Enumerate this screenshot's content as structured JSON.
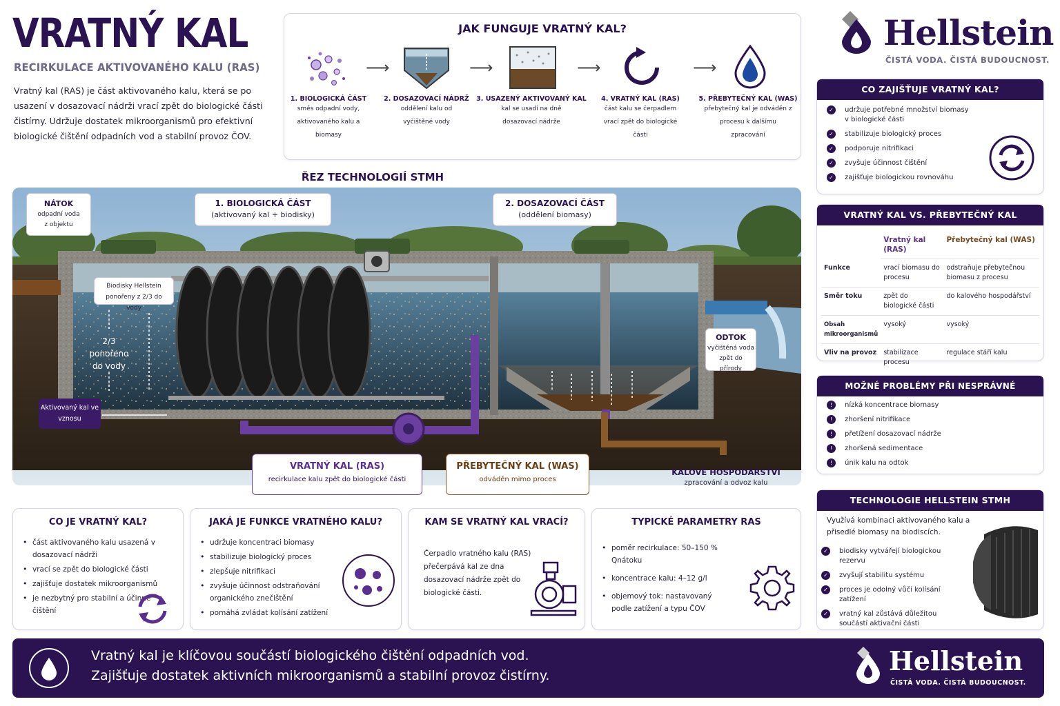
{
  "title": "VRATNÝ KAL",
  "subtitle": "RECIRKULACE AKTIVOVANÉHO KALU (RAS)",
  "intro": "Vratný kal (RAS) je část aktivovaného kalu, která se po usazení v dosazovací nádrži vrací zpět do biologické části čistírny. Udržuje dostatek mikroorganismů pro efektivní biologické čištění odpadních vod a stabilní provoz ČOV.",
  "how": {
    "title": "JAK FUNGUJE VRATNÝ KAL?",
    "steps": [
      {
        "title": "1. BIOLOGICKÁ ČÁST",
        "desc": "směs odpadní vody, aktivovaného kalu a biomasy",
        "icon": "microbes-icon"
      },
      {
        "title": "2. DOSAZOVACÍ NÁDRŽ",
        "desc": "oddělení kalu od vyčištěné vody",
        "icon": "settling-tank-icon"
      },
      {
        "title": "3. USAZENÝ AKTIVOVANÝ KAL",
        "desc": "kal se usadí na dně dosazovací nádrže",
        "icon": "settled-sludge-icon"
      },
      {
        "title": "4. VRATNÝ KAL (RAS)",
        "desc": "část kalu se čerpadlem vrací zpět do biologické části",
        "icon": "recycle-arrow-icon"
      },
      {
        "title": "5. PŘEBYTEČNÝ KAL (WAS)",
        "desc": "přebytečný kal je odváděn z procesu k dalšímu zpracování",
        "icon": "water-drop-icon"
      }
    ]
  },
  "brand": {
    "name": "Hellstein",
    "tagline": "ČISTÁ VODA. ČISTÁ BUDOUCNOST."
  },
  "section_title": "ŘEZ TECHNOLOGIÍ STMH",
  "diagram": {
    "inlet_title": "NÁTOK",
    "inlet_desc": "odpadní voda z objektu",
    "bio_title": "1. BIOLOGICKÁ ČÁST",
    "bio_desc": "(aktivovaný kal + biodisky)",
    "settle_title": "2. DOSAZOVACÍ ČÁST",
    "settle_desc": "(oddělení biomasy)",
    "disks_note": "Biodisky Hellstein ponořeny z 2/3 do vody",
    "submerged": "2/3 ponořeno do vody",
    "suspended": "Aktivovaný kal ve vznosu",
    "outlet_title": "ODTOK",
    "outlet_desc": "vyčištěná voda zpět do přírody",
    "ras_title": "VRATNÝ KAL (RAS)",
    "ras_desc": "recirkulace kalu zpět do biologické části",
    "was_title": "PŘEBYTEČNÝ KAL (WAS)",
    "was_desc": "odváděn mimo proces",
    "sludge_title": "KALOVÉ HOSPODÁŘSTVÍ",
    "sludge_desc": "zpracování a odvoz kalu"
  },
  "provides": {
    "title": "CO ZAJIŠŤUJE VRATNÝ KAL?",
    "items": [
      "udržuje potřebné množství biomasy v biologické části",
      "stabilizuje biologický proces",
      "podporuje nitrifikaci",
      "zvyšuje účinnost čištění",
      "zajišťuje biologickou rovnováhu"
    ]
  },
  "comparison": {
    "title": "VRATNÝ KAL VS. PŘEBYTEČNÝ KAL",
    "col1": "Vratný kal (RAS)",
    "col2": "Přebytečný kal (WAS)",
    "rows": [
      {
        "label": "Funkce",
        "ras": "vrací biomasu do procesu",
        "was": "odstraňuje přebytečnou biomasu z procesu"
      },
      {
        "label": "Směr toku",
        "ras": "zpět do biologické části",
        "was": "do kalového hospodářství"
      },
      {
        "label": "Obsah mikroorganismů",
        "ras": "vysoký",
        "was": "vysoký"
      },
      {
        "label": "Vliv na provoz",
        "ras": "stabilizace procesu",
        "was": "regulace stáří kalu"
      }
    ]
  },
  "problems": {
    "title": "MOŽNÉ PROBLÉMY PŘI NESPRÁVNÉ RECIRKULACI",
    "items": [
      "nízká koncentrace biomasy",
      "zhoršení nitrifikace",
      "přetížení dosazovací nádrže",
      "zhoršená sedimentace",
      "únik kalu na odtok"
    ]
  },
  "tech": {
    "title": "TECHNOLOGIE HELLSTEIN STMH",
    "intro": "Využívá kombinaci aktivovaného kalu a přisedlé biomasy na biodiscích.",
    "items": [
      "biodisky vytvářejí biologickou rezervu",
      "zvyšují stabilitu systému",
      "proces je odolný vůči kolísání zatížení",
      "vratný kal zůstává důležitou součástí aktivační části"
    ]
  },
  "what": {
    "title": "CO JE VRATNÝ KAL?",
    "items": [
      "část aktivovaného kalu usazená v dosazovací nádrži",
      "vrací se zpět do biologické části",
      "zajišťuje dostatek mikroorganismů",
      "je nezbytný pro stabilní a účinné čištění"
    ]
  },
  "function": {
    "title": "JAKÁ JE FUNKCE VRATNÉHO KALU?",
    "items": [
      "udržuje koncentraci biomasy",
      "stabilizuje biologický proces",
      "zlepšuje nitrifikaci",
      "zvyšuje účinnost odstraňování organického znečištění",
      "pomáhá zvládat kolísání zatížení"
    ]
  },
  "where": {
    "title": "KAM SE VRATNÝ KAL VRACÍ?",
    "text": "Čerpadlo vratného kalu (RAS) přečerpává kal ze dna dosazovací nádrže zpět do biologické části."
  },
  "params": {
    "title": "TYPICKÉ PARAMETRY RAS",
    "items": [
      "poměr recirkulace: 50–150 % Qnátoku",
      "koncentrace kalu: 4–12 g/l",
      "objemový tok: nastavovaný podle zatížení a typu ČOV"
    ]
  },
  "footer": {
    "line1": "Vratný kal je klíčovou součástí biologického čištění odpadních vod.",
    "line2": "Zajišťuje dostatek aktivních mikroorganismů a stabilní provoz čistírny."
  },
  "colors": {
    "brand": "#2b1352",
    "accent": "#6b3fa0",
    "was": "#7a4a1e",
    "water": "#3d6f8c"
  }
}
